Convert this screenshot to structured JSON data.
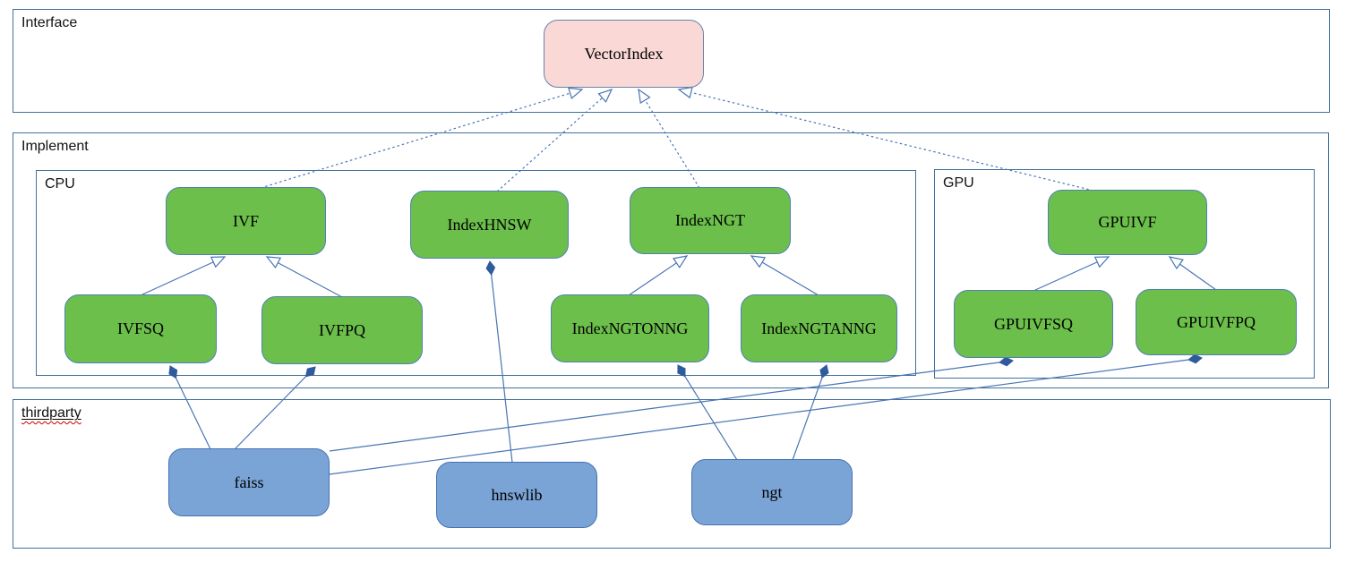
{
  "containers": {
    "interface": {
      "label": "Interface"
    },
    "implement": {
      "label": "Implement"
    },
    "cpu": {
      "label": "CPU"
    },
    "gpu": {
      "label": "GPU"
    },
    "thirdparty": {
      "label": "thirdparty"
    }
  },
  "nodes": {
    "vectorindex": {
      "label": "VectorIndex",
      "kind": "interface"
    },
    "ivf": {
      "label": "IVF",
      "kind": "cpu-implementation"
    },
    "indexhnsw": {
      "label": "IndexHNSW",
      "kind": "cpu-implementation"
    },
    "indexngt": {
      "label": "IndexNGT",
      "kind": "cpu-implementation"
    },
    "gpuivf": {
      "label": "GPUIVF",
      "kind": "gpu-implementation"
    },
    "ivfsq": {
      "label": "IVFSQ",
      "kind": "cpu-implementation"
    },
    "ivfpq": {
      "label": "IVFPQ",
      "kind": "cpu-implementation"
    },
    "indexngtonng": {
      "label": "IndexNGTONNG",
      "kind": "cpu-implementation"
    },
    "indexngtanng": {
      "label": "IndexNGTANNG",
      "kind": "cpu-implementation"
    },
    "gpuivfsq": {
      "label": "GPUIVFSQ",
      "kind": "gpu-implementation"
    },
    "gpuivfpq": {
      "label": "GPUIVFPQ",
      "kind": "gpu-implementation"
    },
    "faiss": {
      "label": "faiss",
      "kind": "thirdparty-library"
    },
    "hnswlib": {
      "label": "hnswlib",
      "kind": "thirdparty-library"
    },
    "ngt": {
      "label": "ngt",
      "kind": "thirdparty-library"
    }
  },
  "edges": [
    {
      "from": "IVF",
      "to": "VectorIndex",
      "type": "inheritance-dashed"
    },
    {
      "from": "IndexHNSW",
      "to": "VectorIndex",
      "type": "inheritance-dashed"
    },
    {
      "from": "IndexNGT",
      "to": "VectorIndex",
      "type": "inheritance-dashed"
    },
    {
      "from": "GPUIVF",
      "to": "VectorIndex",
      "type": "inheritance-dashed"
    },
    {
      "from": "IVFSQ",
      "to": "IVF",
      "type": "inheritance"
    },
    {
      "from": "IVFPQ",
      "to": "IVF",
      "type": "inheritance"
    },
    {
      "from": "IndexNGTONNG",
      "to": "IndexNGT",
      "type": "inheritance"
    },
    {
      "from": "IndexNGTANNG",
      "to": "IndexNGT",
      "type": "inheritance"
    },
    {
      "from": "GPUIVFSQ",
      "to": "GPUIVF",
      "type": "inheritance"
    },
    {
      "from": "GPUIVFPQ",
      "to": "GPUIVF",
      "type": "inheritance"
    },
    {
      "from": "faiss",
      "to": "IVFSQ",
      "type": "composition"
    },
    {
      "from": "faiss",
      "to": "IVFPQ",
      "type": "composition"
    },
    {
      "from": "faiss",
      "to": "GPUIVFSQ",
      "type": "composition"
    },
    {
      "from": "faiss",
      "to": "GPUIVFPQ",
      "type": "composition"
    },
    {
      "from": "hnswlib",
      "to": "IndexHNSW",
      "type": "composition"
    },
    {
      "from": "ngt",
      "to": "IndexNGTONNG",
      "type": "composition"
    },
    {
      "from": "ngt",
      "to": "IndexNGTANNG",
      "type": "composition"
    }
  ],
  "colors": {
    "container_border": "#41719C",
    "node_green_fill": "#6CBF4B",
    "node_green_border": "#4F81B5",
    "node_blue_fill": "#7AA4D6",
    "node_blue_border": "#4473B3",
    "node_pink_fill": "#F9D8D6",
    "node_pink_border": "#6484AD",
    "edge_stroke": "#4875B4",
    "composition_diamond_fill": "#2F5B9D",
    "spellcheck_underline": "#CC0000",
    "node_text": "#000000"
  }
}
